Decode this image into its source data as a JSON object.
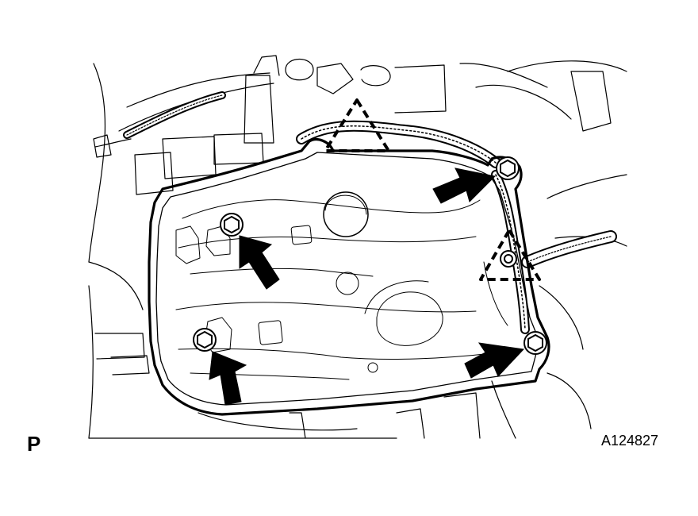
{
  "figure": {
    "corner_letter": "P",
    "figure_id": "A124827"
  },
  "callouts": {
    "arrows": [
      {
        "target": "bolt-upper-left"
      },
      {
        "target": "bolt-lower-left"
      },
      {
        "target": "bolt-upper-right"
      },
      {
        "target": "bolt-lower-right"
      }
    ],
    "dashed_triangles": 2
  },
  "colors": {
    "ink": "#000000",
    "paper": "#ffffff"
  }
}
